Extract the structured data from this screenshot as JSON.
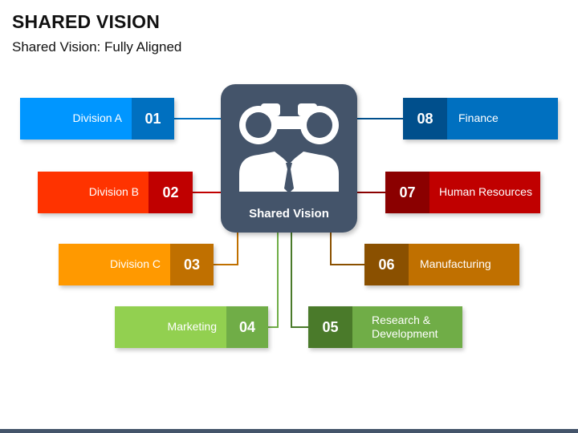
{
  "header": {
    "title": "SHARED VISION",
    "subtitle": "Shared Vision: Fully Aligned"
  },
  "center": {
    "label": "Shared Vision",
    "icon": "binoculars-person-icon",
    "color": "#44546a"
  },
  "items": [
    {
      "num": "01",
      "label": "Division A",
      "label_color": "#0096ff",
      "num_color": "#0070c0"
    },
    {
      "num": "02",
      "label": "Division B",
      "label_color": "#ff3300",
      "num_color": "#c00000"
    },
    {
      "num": "03",
      "label": "Division C",
      "label_color": "#ff9900",
      "num_color": "#c07000"
    },
    {
      "num": "04",
      "label": "Marketing",
      "label_color": "#92d050",
      "num_color": "#70ad47"
    },
    {
      "num": "05",
      "label": "Research & Development",
      "label_color": "#70ad47",
      "num_color": "#4a7a2a"
    },
    {
      "num": "06",
      "label": "Manufacturing",
      "label_color": "#c07000",
      "num_color": "#8a5000"
    },
    {
      "num": "07",
      "label": "Human Resources",
      "label_color": "#c00000",
      "num_color": "#8b0000"
    },
    {
      "num": "08",
      "label": "Finance",
      "label_color": "#0070c0",
      "num_color": "#004f8c"
    }
  ]
}
